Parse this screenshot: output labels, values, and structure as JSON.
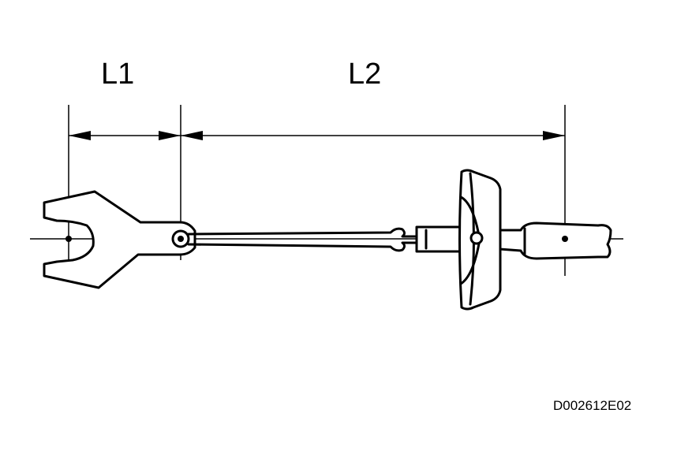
{
  "labels": {
    "l1": "L1",
    "l2": "L2"
  },
  "figure_code": "D002612E02"
}
